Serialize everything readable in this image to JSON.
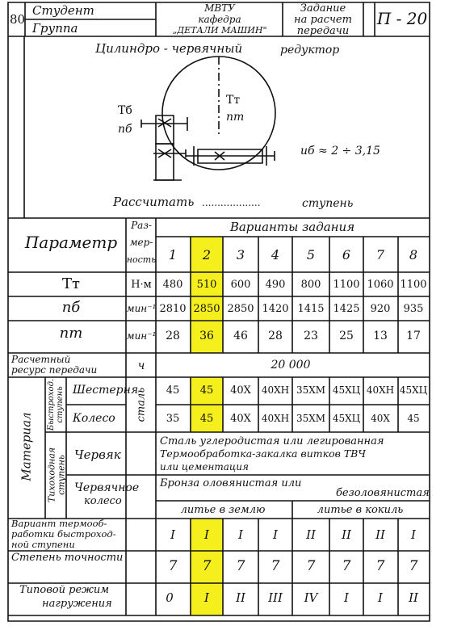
{
  "header": {
    "page_number": "80",
    "student_label": "Студент",
    "group_label": "Группа",
    "institute_lines": [
      "МВТУ",
      "кафедра",
      "„ДЕТАЛИ МАШИН\""
    ],
    "task_lines": [
      "Задание",
      "на расчет",
      "передачи"
    ],
    "code": "П - 20"
  },
  "scheme": {
    "title_left": "Цилиндро - червячный",
    "title_right": "редуктор",
    "tt": "Tт",
    "nt": "nт",
    "tb": "Tб",
    "nb": "nб",
    "ratio": "uб ≈ 2 ÷ 3,15",
    "calc_left": "Рассчитать",
    "calc_dots": "...................",
    "calc_right": "ступень"
  },
  "table": {
    "param_header": "Параметр",
    "dim_header": [
      "Раз-",
      "мер-",
      "ность"
    ],
    "variants_header": "Варианты  задания",
    "variants": [
      "1",
      "2",
      "3",
      "4",
      "5",
      "6",
      "7",
      "8"
    ],
    "rows": [
      {
        "param": "Tт",
        "unit": "Н·м",
        "values": [
          "480",
          "510",
          "600",
          "490",
          "800",
          "1100",
          "1060",
          "1100"
        ]
      },
      {
        "param": "nб",
        "unit": "мин⁻¹",
        "values": [
          "2810",
          "2850",
          "2850",
          "1420",
          "1415",
          "1425",
          "920",
          "935"
        ]
      },
      {
        "param": "nт",
        "unit": "мин⁻¹",
        "values": [
          "28",
          "36",
          "46",
          "28",
          "23",
          "25",
          "13",
          "17"
        ]
      }
    ],
    "resource": {
      "label_lines": [
        "Расчетный",
        "ресурс передачи"
      ],
      "unit": "ч",
      "value": "20 000"
    },
    "material": {
      "label": "Материал",
      "fast": {
        "group_lines": [
          "Быстроход.",
          "ступень"
        ],
        "steel": "сталь",
        "gear": {
          "label": "Шестерня",
          "values": [
            "45",
            "45",
            "40Х",
            "40ХН",
            "35ХМ",
            "45ХЦ",
            "40ХН",
            "45ХЦ"
          ]
        },
        "wheel": {
          "label": "Колесо",
          "values": [
            "35",
            "45",
            "40Х",
            "40ХН",
            "35ХМ",
            "45ХЦ",
            "40Х",
            "45"
          ]
        }
      },
      "slow": {
        "group_lines": [
          "Тихоходная",
          "ступень"
        ],
        "worm": {
          "label": "Червяк",
          "text_lines": [
            "Сталь углеродистая или легированная",
            "Термообработка-закалка витков ТВЧ",
            "или цементация"
          ]
        },
        "worm_wheel": {
          "label_lines": [
            "Червячное",
            "колесо"
          ],
          "text_lines": [
            "Бронза оловянистая или",
            "безоловянистая"
          ]
        },
        "casting": [
          "литье в землю",
          "литье в кокиль"
        ]
      }
    },
    "heat": {
      "label_lines": [
        "Вариант термооб-",
        "работки быстроход-",
        "ной ступени"
      ],
      "values": [
        "I",
        "I",
        "I",
        "I",
        "II",
        "II",
        "II",
        "I"
      ]
    },
    "accuracy": {
      "label": "Степень точности",
      "values": [
        "7",
        "7",
        "7",
        "7",
        "7",
        "7",
        "7",
        "7"
      ]
    },
    "load": {
      "label_lines": [
        "Типовой режим",
        "нагружения"
      ],
      "values": [
        "0",
        "I",
        "II",
        "III",
        "IV",
        "I",
        "I",
        "II"
      ]
    }
  }
}
